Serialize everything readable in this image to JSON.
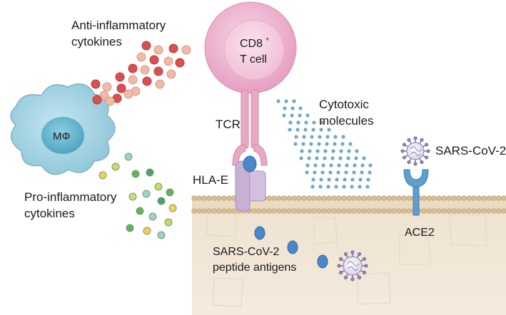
{
  "labels": {
    "anti_line1": "Anti-inflammatory",
    "anti_line2": "cytokines",
    "cd8": "CD8",
    "cd8_sup": "+",
    "tcell": "T cell",
    "cytotoxic_line1": "Cytotoxic",
    "cytotoxic_line2": "molecules",
    "tcr": "TCR",
    "macrophage": "MΦ",
    "hla": "HLA-E",
    "sars": "SARS-CoV-2",
    "pro_line1": "Pro-inflammatory",
    "pro_line2": "cytokines",
    "ace2": "ACE2",
    "peptide_line1": "SARS-CoV-2",
    "peptide_line2": "peptide antigens"
  },
  "colors": {
    "tcell_outer": "#efb3cf",
    "tcell_inner": "#f5cde0",
    "macrophage": "#a9d7e6",
    "macrophage_nucleus": "#6eb9d1",
    "tissue": "#efe3d2",
    "membrane_head": "#d9c09a",
    "hla": "#c7b0d4",
    "tcr": "#e9a9c3",
    "antigen": "#4a86c8",
    "ace2": "#5f9fcf",
    "cytotoxic_dot": "#6fa9c7",
    "anti_cytokine_dark": "#d8504f",
    "anti_cytokine_light": "#f2b9a8",
    "virus": "#9b8fbf"
  }
}
